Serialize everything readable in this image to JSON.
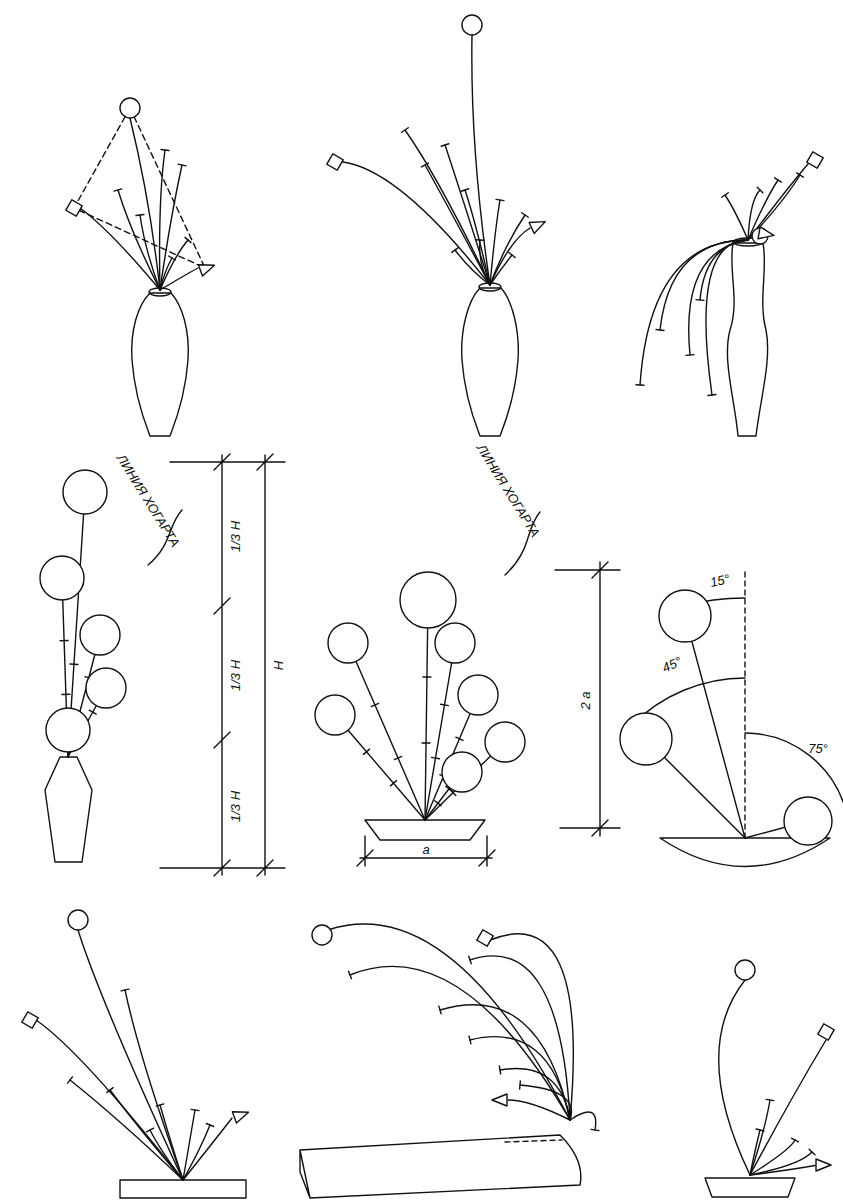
{
  "diagram": {
    "labels": [
      "ЛИНИЯ ХОГАРТА",
      "1/3 Н",
      "1/3 Н",
      "1/3 Н",
      "Н",
      "ЛИНИЯ ХОГАРТА",
      "2 a",
      "15°",
      "45°",
      "75°",
      "a"
    ]
  }
}
